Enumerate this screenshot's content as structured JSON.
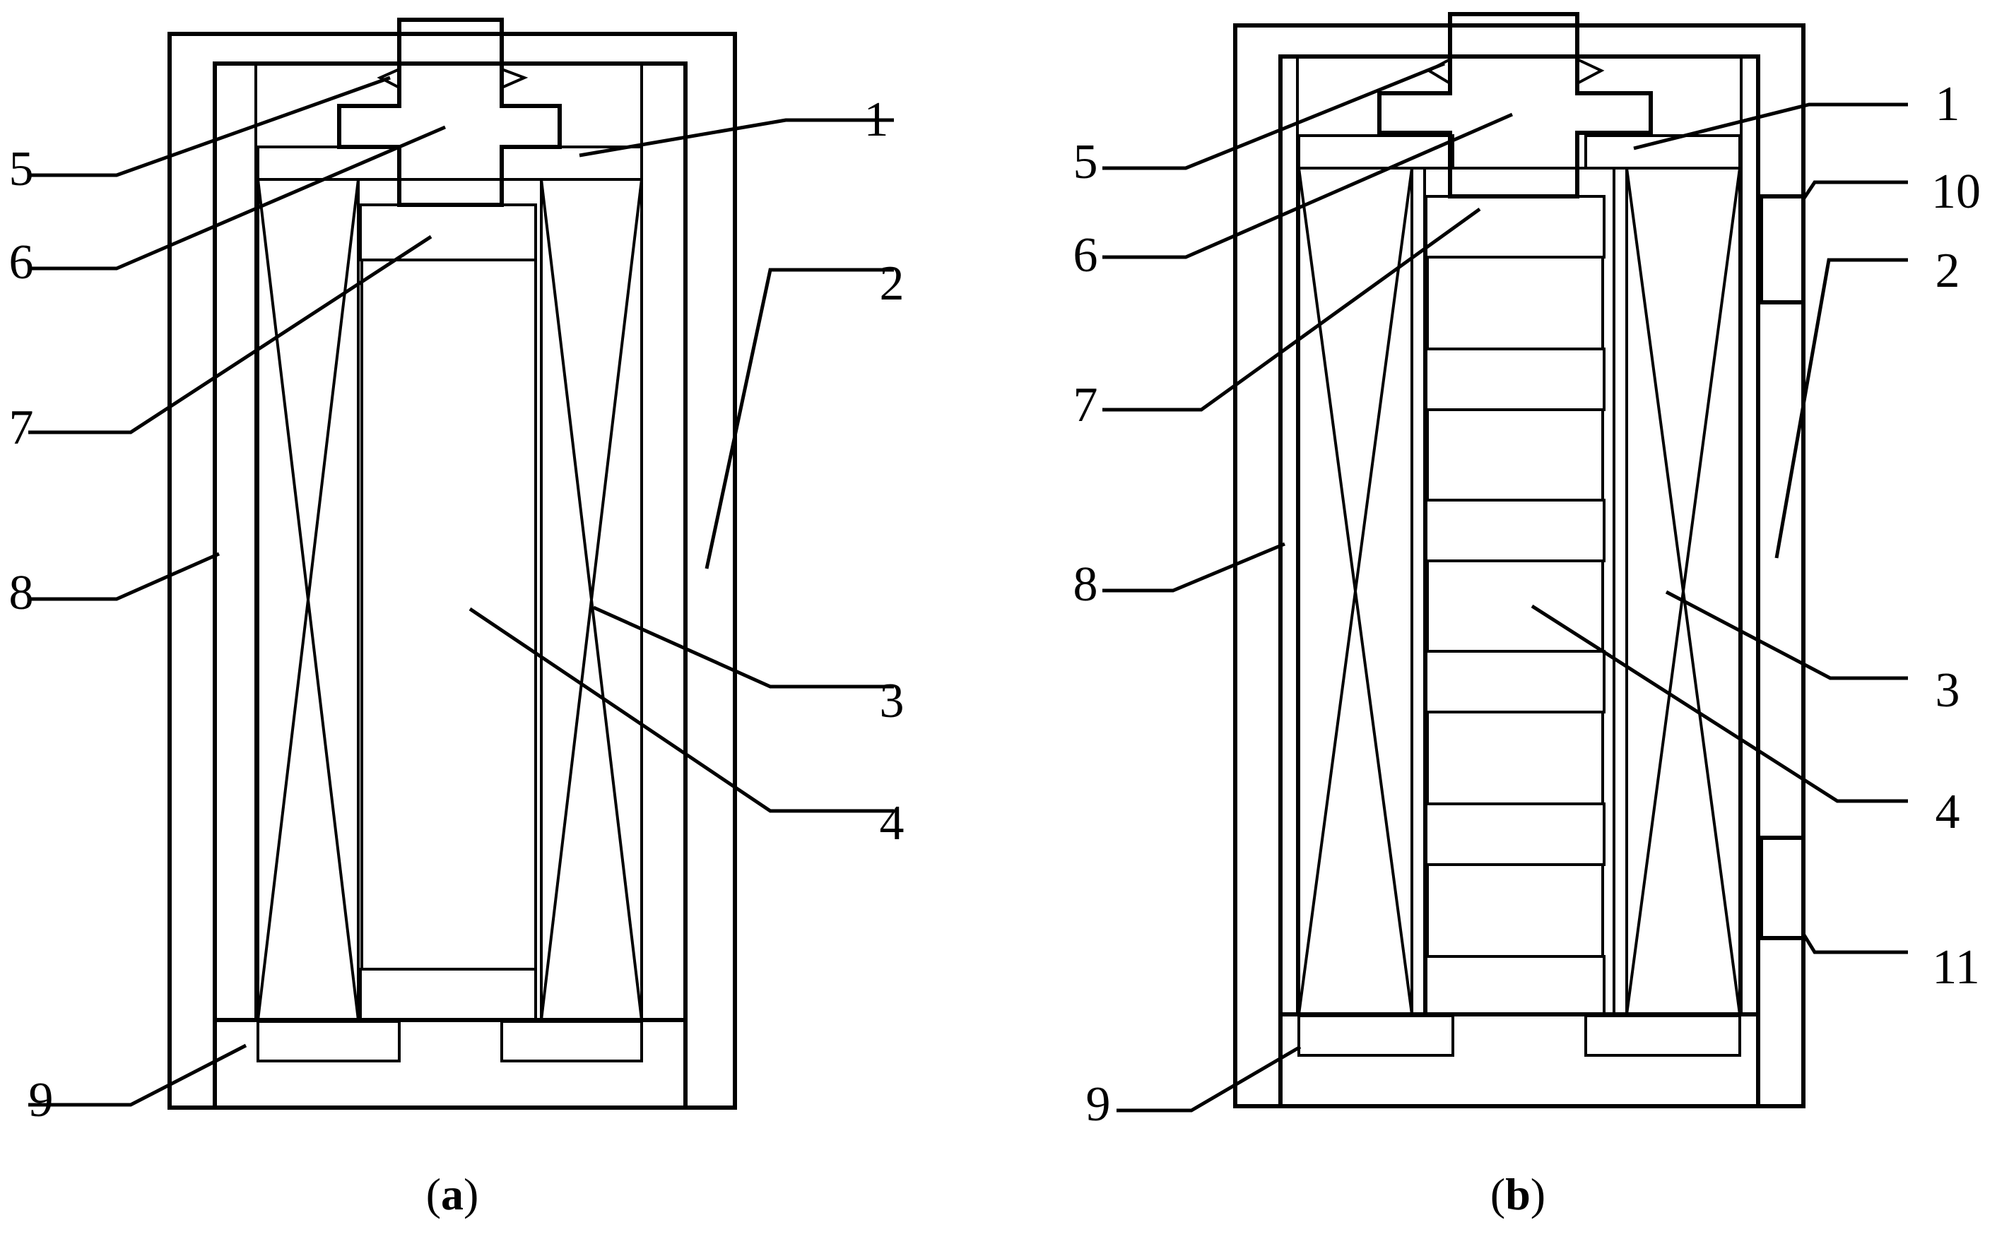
{
  "panels": [
    {
      "id": "a",
      "caption_open": "(",
      "caption_letter": "a",
      "caption_close": ")",
      "labels": [
        "1",
        "2",
        "3",
        "4",
        "5",
        "6",
        "7",
        "8",
        "9"
      ]
    },
    {
      "id": "b",
      "caption_open": "(",
      "caption_letter": "b",
      "caption_close": ")",
      "labels": [
        "1",
        "2",
        "3",
        "4",
        "5",
        "6",
        "7",
        "8",
        "9",
        "10",
        "11"
      ]
    }
  ]
}
